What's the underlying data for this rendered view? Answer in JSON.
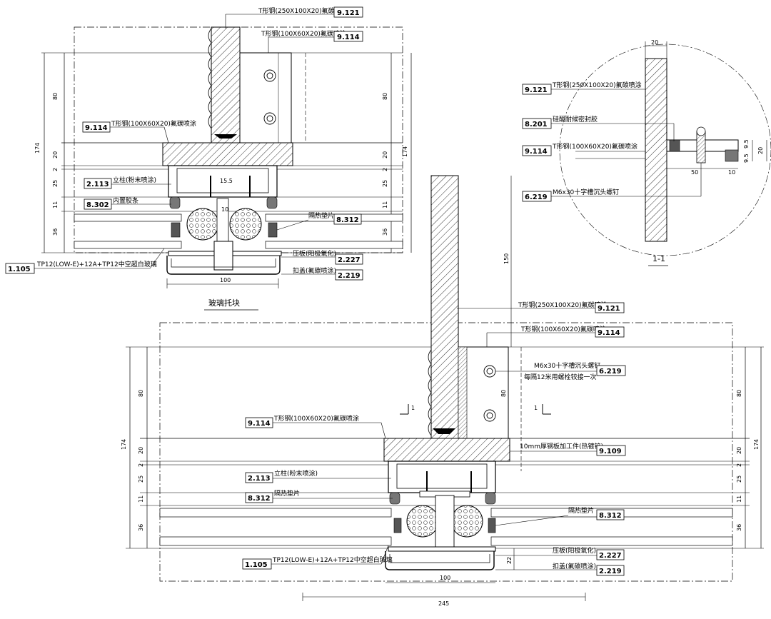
{
  "detail_a": {
    "title": "玻璃托块",
    "top_label_1": {
      "text": "T形钢(250X100X20)氟碳喷涂",
      "code": "9.121"
    },
    "top_label_2": {
      "text": "T形钢(100X60X20)氟碳喷涂",
      "code": "9.114"
    },
    "left_label_1": {
      "text": "T形钢(100X60X20)氟碳喷涂",
      "code": "9.114"
    },
    "left_label_2": {
      "text": "立柱(粉末喷涂)",
      "code": "2.113"
    },
    "left_label_3": {
      "text": "内置胶条",
      "code": "8.302"
    },
    "right_label_1": {
      "text": "隔热垫片",
      "code": "8.312"
    },
    "bottom_label_glass": {
      "text": "TP12(LOW-E)+12A+TP12中空超白玻璃",
      "code": "1.105"
    },
    "bottom_label_1": {
      "text": "压板(阳极氧化)",
      "code": "2.227"
    },
    "bottom_label_2": {
      "text": "扣盖(氟碳喷涂)",
      "code": "2.219"
    },
    "dims": {
      "d80": "80",
      "d174": "174",
      "d20": "20",
      "d2": "2",
      "d25": "25",
      "d11": "11",
      "d36": "36",
      "d15_5": "15.5",
      "d10": "10",
      "d100": "100"
    }
  },
  "detail_b": {
    "title": "1-1",
    "label_1": {
      "text": "T形钢(250X100X20)氟碳喷涂",
      "code": "9.121"
    },
    "label_2": {
      "text": "硅酮耐候密封胶",
      "code": "8.201"
    },
    "label_3": {
      "text": "T形钢(100X60X20)氟碳喷涂",
      "code": "9.114"
    },
    "label_4": {
      "text": "M6x30十字槽沉头螺钉",
      "code": "6.219"
    },
    "dims": {
      "d20": "20",
      "d9_5a": "9.5",
      "d9_5b": "9.5",
      "d20b": "20",
      "d50": "50",
      "d10": "10"
    }
  },
  "detail_c": {
    "label_1": {
      "text": "T形钢(250X100X20)氟碳喷涂",
      "code": "9.121"
    },
    "label_2": {
      "text": "T形钢(100X60X20)氟碳喷涂",
      "code": "9.114"
    },
    "label_3": {
      "text": "M6x30十字槽沉头螺钉",
      "note": "每隔12米用螺栓铰接一次",
      "code": "6.219"
    },
    "label_4": {
      "text": "T形钢(100X60X20)氟碳喷涂",
      "code": "9.114"
    },
    "label_5": {
      "text": "10mm厚钢板加工件(热镀锌)",
      "code": "9.109"
    },
    "label_6": {
      "text": "立柱(粉末喷涂)",
      "code": "2.113"
    },
    "label_7": {
      "text": "隔热垫片",
      "code": "8.312"
    },
    "label_8": {
      "text": "隔热垫片",
      "code": "8.312"
    },
    "label_glass": {
      "text": "TP12(LOW-E)+12A+TP12中空超白玻璃",
      "code": "1.105"
    },
    "label_9": {
      "text": "压板(阳极氧化)",
      "code": "2.227"
    },
    "label_10": {
      "text": "扣盖(氟碳喷涂)",
      "code": "2.219"
    },
    "section_mark": "1",
    "dims": {
      "d150": "150",
      "d80": "80",
      "d174": "174",
      "d20": "20",
      "d2": "2",
      "d25": "25",
      "d11": "11",
      "d36": "36",
      "d22": "22",
      "d100": "100",
      "d245": "245"
    }
  }
}
